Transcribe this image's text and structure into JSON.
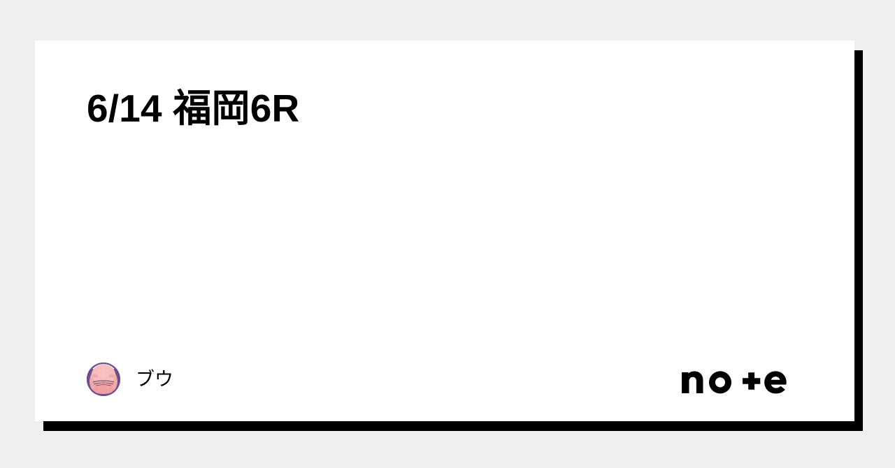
{
  "card": {
    "title": "6/14 福岡6R",
    "background_color": "#ffffff",
    "shadow_color": "#000000"
  },
  "page": {
    "background_color": "#efefef"
  },
  "author": {
    "name": "ブウ",
    "avatar_icon": "avatar-buu-face",
    "avatar_ring_color": "#6d4f8c",
    "avatar_face_color": "#f0a8a8"
  },
  "brand": {
    "logo_text": "note",
    "logo_icon": "note-logo",
    "logo_color": "#000000"
  }
}
